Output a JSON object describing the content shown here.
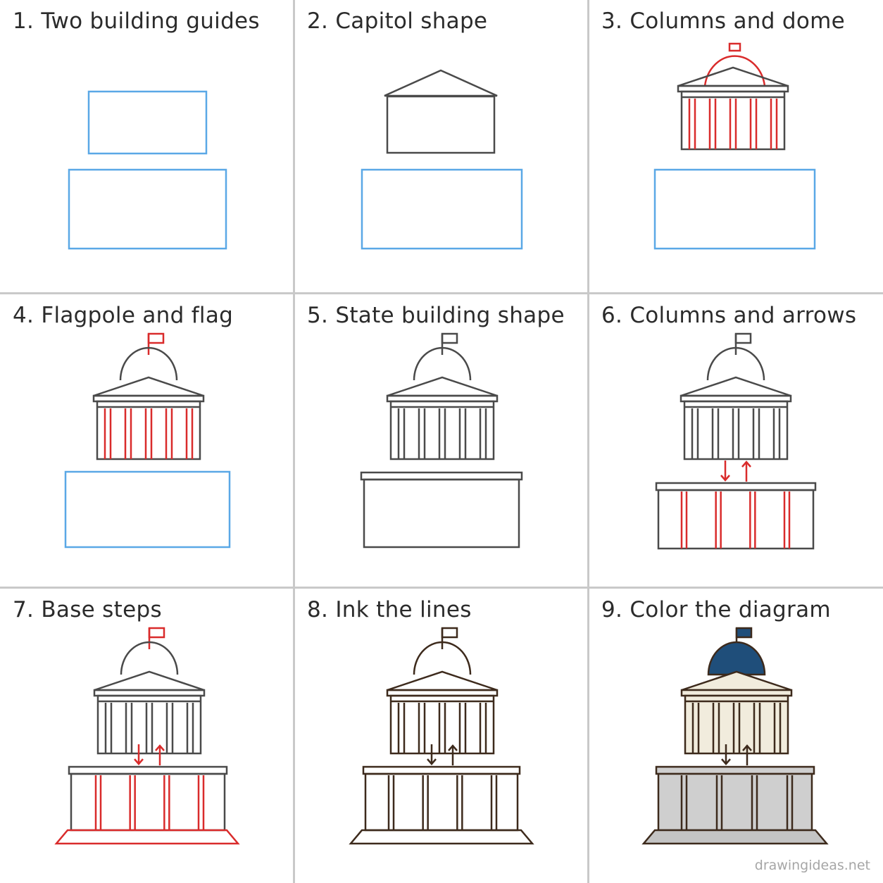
{
  "steps": [
    {
      "number": "1.",
      "title": "Two building guides"
    },
    {
      "number": "2.",
      "title": "Capitol shape"
    },
    {
      "number": "3.",
      "title": "Columns and dome"
    },
    {
      "number": "4.",
      "title": "Flagpole and flag"
    },
    {
      "number": "5.",
      "title": "State building shape"
    },
    {
      "number": "6.",
      "title": "Columns and arrows"
    },
    {
      "number": "7.",
      "title": "Base steps"
    },
    {
      "number": "8.",
      "title": "Ink the lines"
    },
    {
      "number": "9.",
      "title": "Color the diagram"
    }
  ],
  "credit": "drawingideas.net",
  "colors": {
    "guide": "#5aa8e6",
    "pencil": "#4a4a4a",
    "highlight": "#d92b2b",
    "ink": "#3d2a1c",
    "dome_fill": "#1f4e7a",
    "flag_fill": "#1f4e7a",
    "upper_fill": "#f1ecdd",
    "base_fill": "#cfcfcf",
    "steps_fill": "#c4c4c4",
    "divider": "#c9c9c9"
  }
}
